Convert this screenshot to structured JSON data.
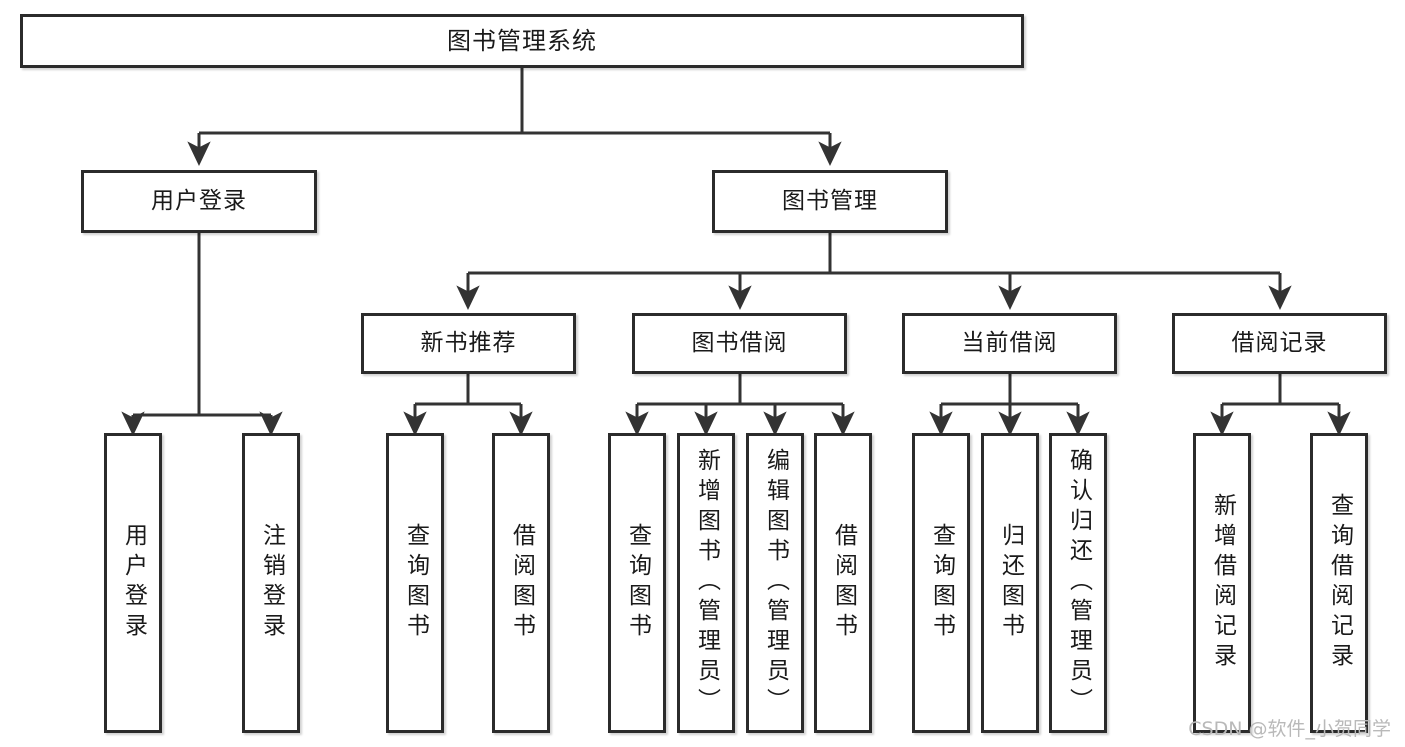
{
  "diagram": {
    "type": "tree-hierarchy",
    "title": "图书管理系统",
    "watermark": "CSDN @软件_小贺同学",
    "colors": {
      "box_border": "#2b2b2b",
      "box_fill": "#ffffff",
      "connector": "#333333",
      "text": "#1a1a1a",
      "watermark": "#b9b9b9"
    },
    "nodes": {
      "root": {
        "label": "图书管理系统"
      },
      "level2": [
        {
          "id": "user-login",
          "label": "用户登录"
        },
        {
          "id": "book-manage",
          "label": "图书管理"
        }
      ],
      "level3": [
        {
          "id": "new-book-recommend",
          "label": "新书推荐"
        },
        {
          "id": "book-borrow",
          "label": "图书借阅"
        },
        {
          "id": "current-borrow",
          "label": "当前借阅"
        },
        {
          "id": "borrow-record",
          "label": "借阅记录"
        }
      ],
      "leaves": {
        "user-login": [
          {
            "id": "leaf-user-login",
            "label": "用户登录"
          },
          {
            "id": "leaf-logout-login",
            "label": "注销登录"
          }
        ],
        "new-book-recommend": [
          {
            "id": "leaf-query-book-1",
            "label": "查询图书"
          },
          {
            "id": "leaf-borrow-book-1",
            "label": "借阅图书"
          }
        ],
        "book-borrow": [
          {
            "id": "leaf-query-book-2",
            "label": "查询图书"
          },
          {
            "id": "leaf-add-book-admin",
            "label": "新增图书（管理员）"
          },
          {
            "id": "leaf-edit-book-admin",
            "label": "编辑图书（管理员）"
          },
          {
            "id": "leaf-borrow-book-2",
            "label": "借阅图书"
          }
        ],
        "current-borrow": [
          {
            "id": "leaf-query-book-3",
            "label": "查询图书"
          },
          {
            "id": "leaf-return-book",
            "label": "归还图书"
          },
          {
            "id": "leaf-confirm-return-admin",
            "label": "确认归还（管理员）"
          }
        ],
        "borrow-record": [
          {
            "id": "leaf-add-borrow-record",
            "label": "新增借阅记录"
          },
          {
            "id": "leaf-query-borrow-record",
            "label": "查询借阅记录"
          }
        ]
      }
    }
  }
}
